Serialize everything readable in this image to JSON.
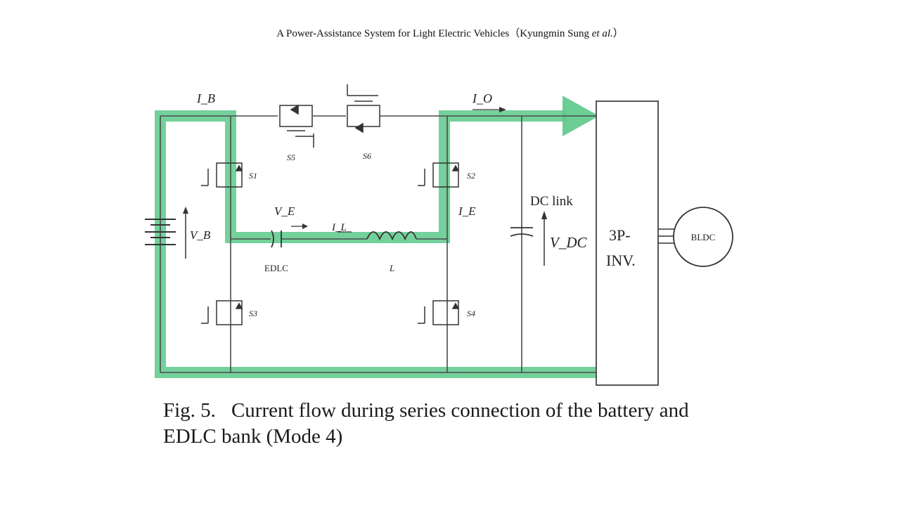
{
  "header": {
    "title": "A Power-Assistance System for Light Electric Vehicles",
    "authors_prefix": "（Kyungmin Sung ",
    "authors_etal": "et al.",
    "authors_suffix": "）"
  },
  "diagram": {
    "labels": {
      "i_b": "I_B",
      "i_o": "I_O",
      "i_l": "I_L",
      "i_e": "I_E",
      "v_b": "V_B",
      "v_e": "V_E",
      "v_dc": "V_DC",
      "s1": "S1",
      "s2": "S2",
      "s3": "S3",
      "s4": "S4",
      "s5": "S5",
      "s6": "S6",
      "edlc": "EDLC",
      "inductor": "L",
      "dc_link": "DC link",
      "inverter_line1": "3P-",
      "inverter_line2": "INV.",
      "motor": "BLDC"
    },
    "colors": {
      "current_path": "#5cc98a",
      "wire": "#4a4a4a"
    }
  },
  "caption": {
    "number": "Fig. 5.",
    "text": "Current flow during series connection of the battery and EDLC bank (Mode 4)"
  }
}
